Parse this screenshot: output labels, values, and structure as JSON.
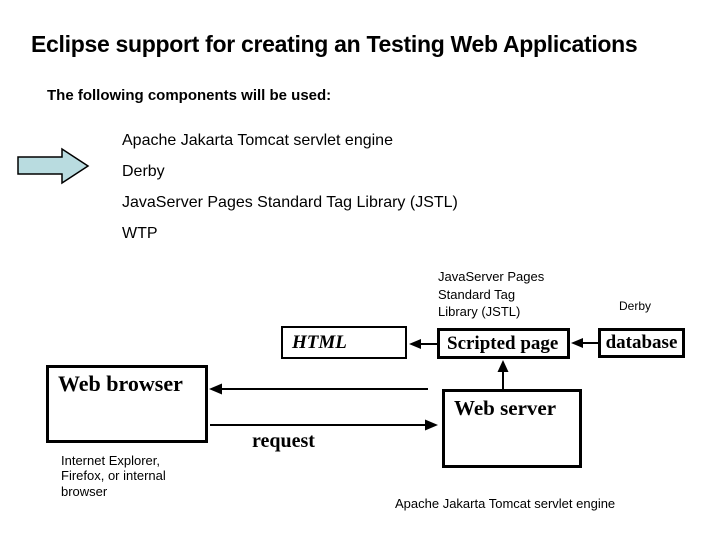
{
  "slide": {
    "title": "Eclipse support for creating an Testing Web Applications",
    "intro": "The following components will be used:",
    "bullets": [
      "Apache Jakarta Tomcat servlet engine",
      "Derby",
      "JavaServer Pages Standard Tag Library (JSTL)",
      "WTP"
    ]
  },
  "diagram": {
    "boxes": {
      "html": "HTML",
      "scripted_page": "Scripted page",
      "database": "database",
      "web_browser": "Web browser",
      "web_server": "Web server"
    },
    "labels": {
      "jstl_lines": [
        "JavaServer Pages",
        "Standard Tag",
        "Library (JSTL)"
      ],
      "derby": "Derby",
      "request": "request",
      "browser_note_lines": [
        "Internet Explorer,",
        "Firefox, or internal",
        "browser"
      ],
      "server_note": "Apache Jakarta Tomcat servlet engine"
    },
    "icons": {
      "block_arrow": "right-block-arrow"
    }
  },
  "colors": {
    "background": "#ffffff",
    "text": "#000000",
    "line": "#000000",
    "block_arrow_fill": "#b9dce0"
  }
}
